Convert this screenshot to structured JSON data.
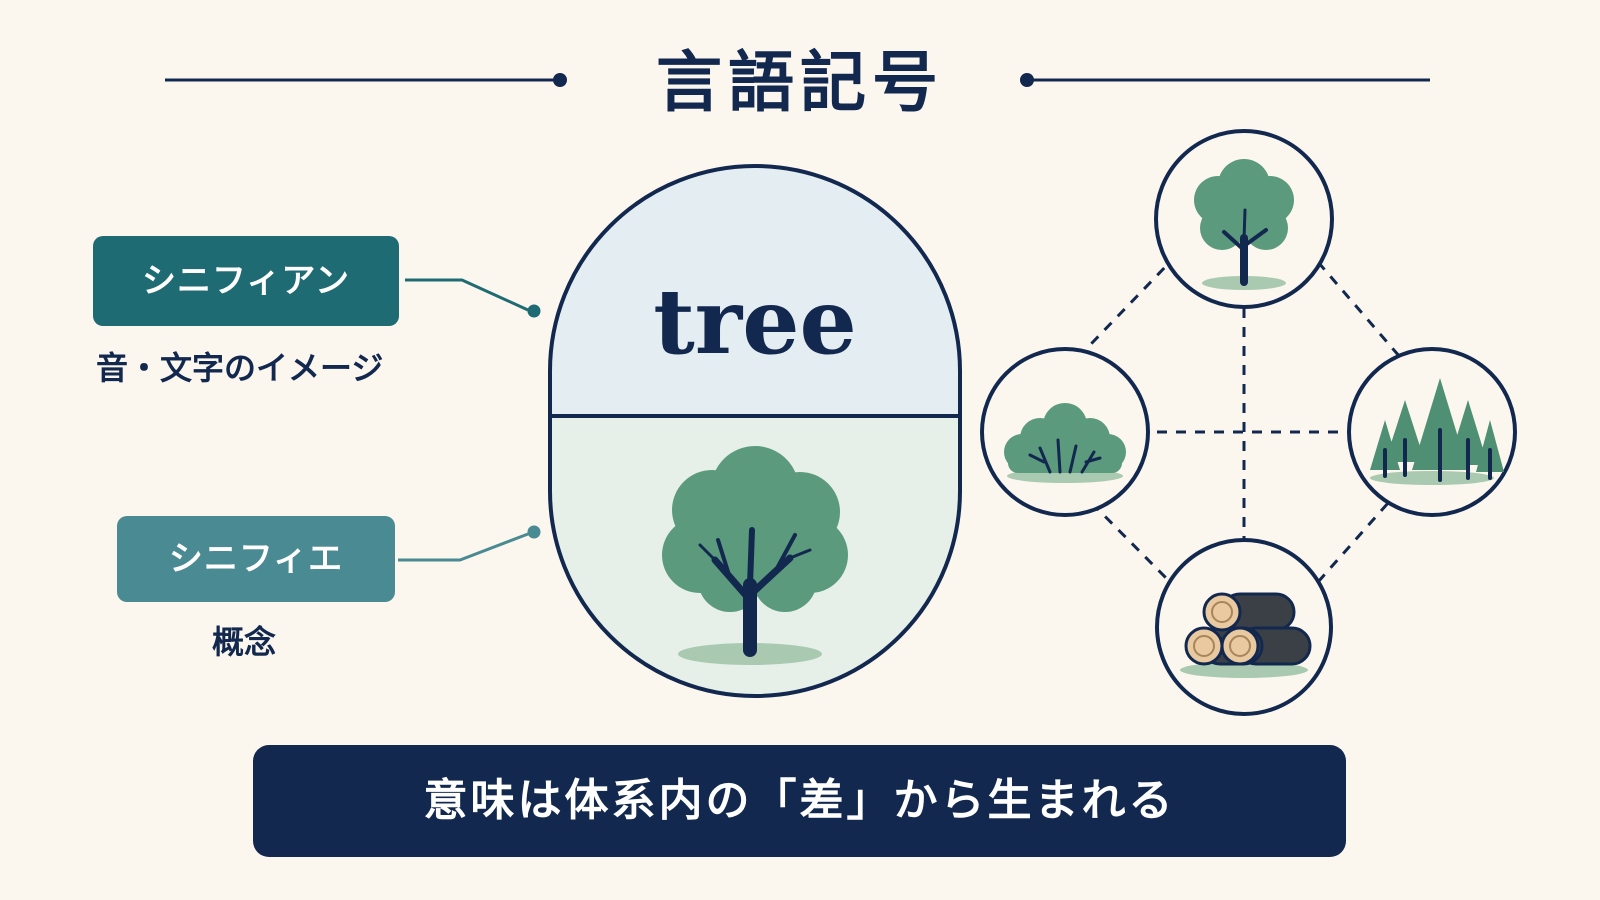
{
  "title": "言語記号",
  "signifiant": {
    "label": "シニフィアン",
    "description": "音・文字のイメージ"
  },
  "signifie": {
    "label": "シニフィエ",
    "description": "概念"
  },
  "word": "tree",
  "banner": "意味は体系内の「差」から生まれる",
  "colors": {
    "background": "#fbf7ee",
    "navy": "#13284f",
    "teal_dark": "#1f6b73",
    "teal_light": "#4a8a92",
    "tree_green": "#5b9a7c",
    "signifiant_fill": "#e4eef2",
    "signifie_fill": "#e6f0e9"
  },
  "related_concepts_icons": [
    "tree-icon",
    "bush-icon",
    "forest-icon",
    "logs-icon"
  ]
}
